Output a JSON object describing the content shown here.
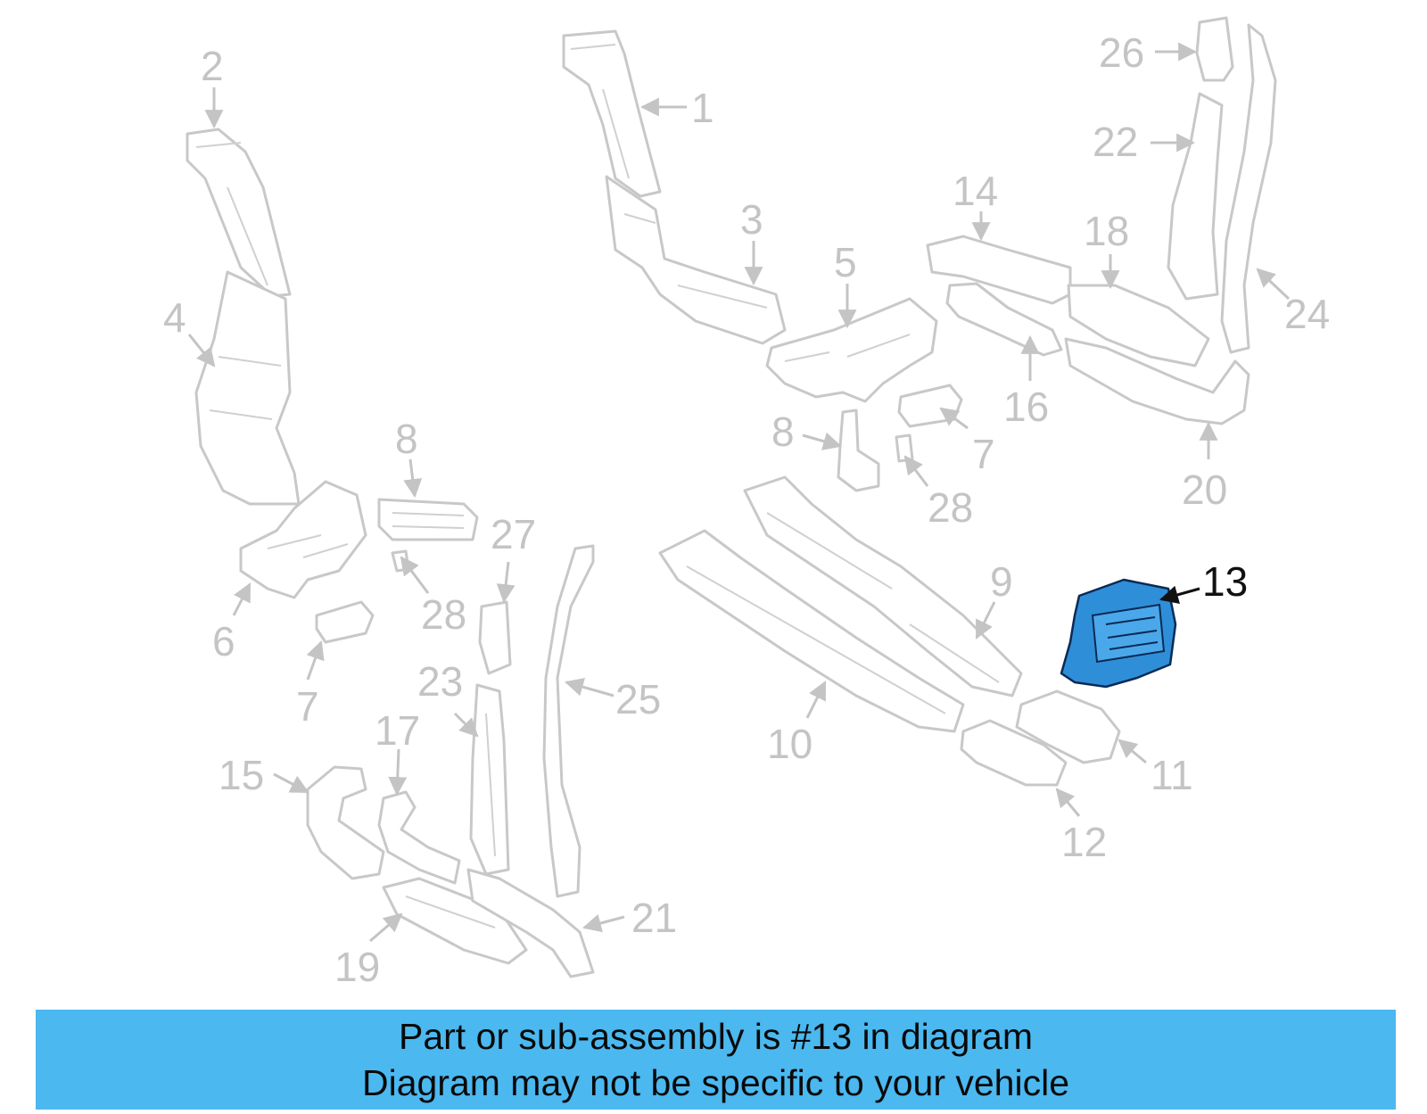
{
  "banner": {
    "line1": "Part or sub-assembly is #13 in diagram",
    "line2": "Diagram may not be specific to your vehicle",
    "background": "#4bb8f0"
  },
  "highlight": {
    "part_number": "13",
    "color": "#2e8fd8"
  },
  "callouts": {
    "c1": "1",
    "c2": "2",
    "c3": "3",
    "c4": "4",
    "c5": "5",
    "c6": "6",
    "c7a": "7",
    "c7b": "7",
    "c8a": "8",
    "c8b": "8",
    "c9": "9",
    "c10": "10",
    "c11": "11",
    "c12": "12",
    "c13": "13",
    "c14": "14",
    "c15": "15",
    "c16": "16",
    "c17": "17",
    "c18": "18",
    "c19": "19",
    "c20": "20",
    "c21": "21",
    "c22": "22",
    "c23": "23",
    "c24": "24",
    "c25": "25",
    "c26": "26",
    "c27": "27",
    "c28a": "28",
    "c28b": "28"
  }
}
